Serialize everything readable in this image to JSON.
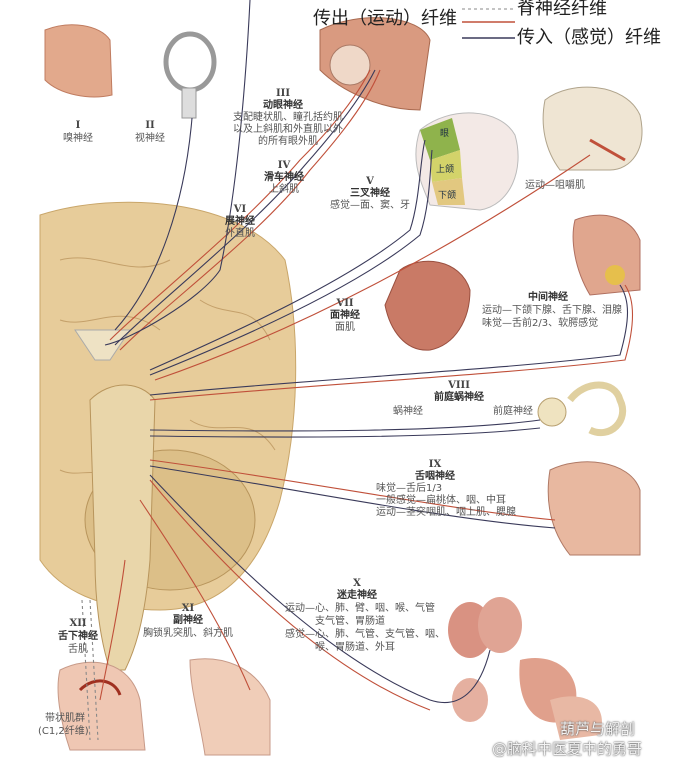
{
  "legend": {
    "efferent": "传出（运动）纤维",
    "spinal": "脊神经纤维",
    "afferent": "传入（感觉）纤维",
    "colors": {
      "efferent": "#c0503a",
      "spinal": "#888888",
      "afferent": "#3a3a5a"
    }
  },
  "nerves": {
    "n1": {
      "num": "I",
      "name": "嗅神经"
    },
    "n2": {
      "num": "II",
      "name": "视神经"
    },
    "n3": {
      "num": "III",
      "name": "动眼神经",
      "desc": [
        "支配睫状肌、瞳孔括约肌",
        "以及上斜肌和外直肌以外",
        "的所有眼外肌"
      ]
    },
    "n4": {
      "num": "IV",
      "name": "滑车神经",
      "desc": [
        "上斜肌"
      ]
    },
    "n5": {
      "num": "V",
      "name": "三叉神经",
      "desc": [
        "感觉—面、窦、牙"
      ],
      "motor": "运动—咀嚼肌",
      "face_labels": [
        "眼",
        "上颌",
        "下颌"
      ]
    },
    "n6": {
      "num": "VI",
      "name": "展神经",
      "desc": [
        "外直肌"
      ]
    },
    "n7": {
      "num": "VII",
      "name": "面神经",
      "desc": [
        "面肌"
      ],
      "intermediate": {
        "name": "中间神经",
        "desc": [
          "运动—下颌下腺、舌下腺、泪腺",
          "味觉—舌前2/3、软腭感觉"
        ]
      }
    },
    "n8": {
      "num": "VIII",
      "name": "前庭蜗神经",
      "cochlear": "蜗神经",
      "vestibular": "前庭神经"
    },
    "n9": {
      "num": "IX",
      "name": "舌咽神经",
      "desc": [
        "味觉—舌后1/3",
        "一般感觉—扁桃体、咽、中耳",
        "运动—茎突咽肌、咽上肌、腮腺"
      ]
    },
    "n10": {
      "num": "X",
      "name": "迷走神经",
      "desc": [
        "运动—心、肺、臂、咽、喉、气管",
        "支气管、胃肠道",
        "感觉—心、肺、气管、支气管、咽、",
        "喉、胃肠道、外耳"
      ]
    },
    "n11": {
      "num": "XI",
      "name": "副神经",
      "desc": [
        "胸锁乳突肌、斜方肌"
      ]
    },
    "n12": {
      "num": "XII",
      "name": "舌下神经",
      "desc": [
        "舌肌"
      ],
      "strap": [
        "带状肌群",
        "(C1,2纤维)"
      ]
    }
  },
  "watermark": {
    "line1": "葫芦与解剖",
    "line2": "@脑科中医夏中的勇哥"
  }
}
